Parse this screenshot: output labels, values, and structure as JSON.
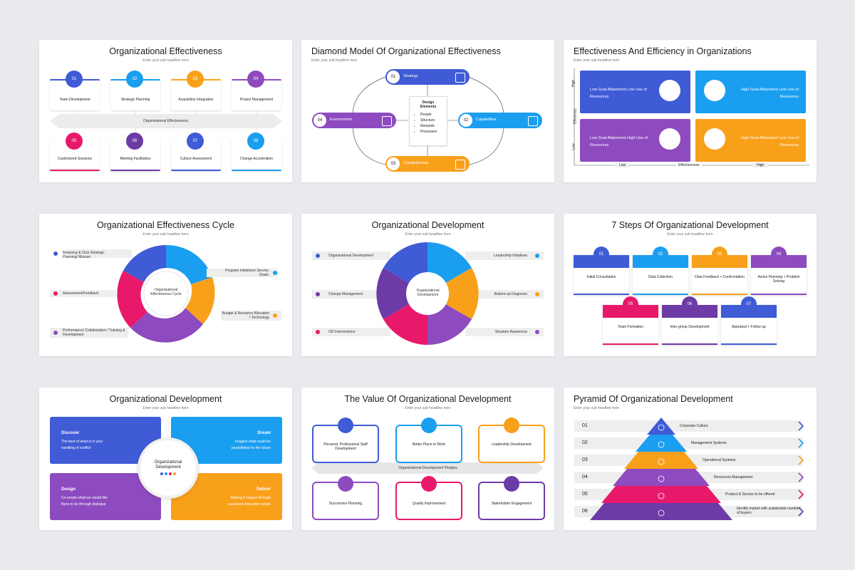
{
  "colors": {
    "blue": "#3f5bd6",
    "sky": "#1a9ef0",
    "orange": "#f9a01b",
    "purple": "#8d4bbf",
    "pink": "#e8196a",
    "violet": "#6c3ba6"
  },
  "s1": {
    "title": "Organizational Effectiveness",
    "sub": "Enter your sub headline here",
    "center": "Organizational Effectiveness",
    "top": [
      {
        "num": "01",
        "label": "Team Development"
      },
      {
        "num": "02",
        "label": "Strategic Planning"
      },
      {
        "num": "03",
        "label": "Acquisition Integration"
      },
      {
        "num": "04",
        "label": "Project Management"
      }
    ],
    "bottom": [
      {
        "num": "05",
        "label": "Customized Sessions"
      },
      {
        "num": "06",
        "label": "Meeting Facilitation"
      },
      {
        "num": "07",
        "label": "Culture Assessment"
      },
      {
        "num": "08",
        "label": "Change Acceleration"
      }
    ]
  },
  "s2": {
    "title": "Diamond Model Of Organizational Effectiveness",
    "sub": "Enter your sub headline here",
    "nodes": [
      {
        "num": "01",
        "label": "Strategy"
      },
      {
        "num": "02",
        "label": "Capabilities"
      },
      {
        "num": "03",
        "label": "Competencies"
      },
      {
        "num": "04",
        "label": "Environment"
      }
    ],
    "center_title": "Design Elements",
    "center_items": [
      "People",
      "Structure",
      "Rewards",
      "Processes"
    ]
  },
  "s3": {
    "title": "Effectiveness And Efficiency in Organizations",
    "sub": "Enter your sub headline here",
    "quads": [
      "Low Goal Attainment Low Use of Resources",
      "High Goal Attainment Low Use of Resources",
      "Low Goal Attainment High Use of Resources",
      "High Goal Attainment Low Use of Resources"
    ],
    "y_label": "Efficiency",
    "y_high": "High",
    "y_low": "Low",
    "x_label": "Effectiveness",
    "x_low": "Low",
    "x_high": "High"
  },
  "s4": {
    "title": "Organizational Effectiveness Cycle",
    "sub": "Enter your sub headline here",
    "center": "Organizational Effectiveness Cycle",
    "labels": [
      "Browsing & Click Strategic Planning/ Mission",
      "Program Initiatives/ Service Goals",
      "Assessment/Feedback",
      "Budget & Resource Allocation / Technology",
      "Performance/ Collaboration / Training & Development"
    ]
  },
  "s5": {
    "title": "Organizational Development",
    "sub": "Enter your sub headline here",
    "center": "Organizational Development",
    "left": [
      "Organizational Development",
      "Change Management",
      "OD Interventions"
    ],
    "right": [
      "Leadership Initiatives",
      "Bottom-up Diagnosis",
      "Situation Awareness"
    ]
  },
  "s6": {
    "title": "7 Steps Of Organizational Development",
    "sub": "Enter your sub headline here",
    "steps": [
      {
        "num": "01",
        "label": "Initial Consultation"
      },
      {
        "num": "02",
        "label": "Data Collection"
      },
      {
        "num": "03",
        "label": "Data Feedback + Confrontation"
      },
      {
        "num": "04",
        "label": "Action Planning + Problem Solving"
      },
      {
        "num": "05",
        "label": "Team Formation"
      },
      {
        "num": "06",
        "label": "Inter-group Development"
      },
      {
        "num": "07",
        "label": "Appraisal + Follow up"
      }
    ]
  },
  "s7": {
    "title": "Organizational Development",
    "sub": "Enter your sub headline here",
    "center": "Organizational Development",
    "quads": [
      {
        "title": "Discover",
        "text": "The best of what is in your handling of conflict"
      },
      {
        "title": "Dream",
        "text": "Imagine what could be possibilities for the future"
      },
      {
        "title": "Design",
        "text": "Co-create what we would like there to be through dialogue"
      },
      {
        "title": "Deliver",
        "text": "Making it happen through sustained innovative action"
      }
    ]
  },
  "s8": {
    "title": "The Value Of Organizational Development",
    "sub": "Enter your sub headline here",
    "center": "Organizational Development Pledges",
    "top": [
      "Personal, Professional Staff Development",
      "Better Place to Work",
      "Leadership Development"
    ],
    "bottom": [
      "Succession Planning",
      "Quality Improvement",
      "Stakeholder Engagement"
    ]
  },
  "s9": {
    "title": "Pyramid Of Organizational Development",
    "sub": "Enter your sub headline here",
    "levels": [
      {
        "num": "01",
        "label": "Corporate Culture"
      },
      {
        "num": "02",
        "label": "Management Systems"
      },
      {
        "num": "03",
        "label": "Operational Systems"
      },
      {
        "num": "04",
        "label": "Resources Management"
      },
      {
        "num": "05",
        "label": "Product & Service to be offered"
      },
      {
        "num": "06",
        "label": "Identify market with sustainable number of buyers"
      }
    ]
  }
}
